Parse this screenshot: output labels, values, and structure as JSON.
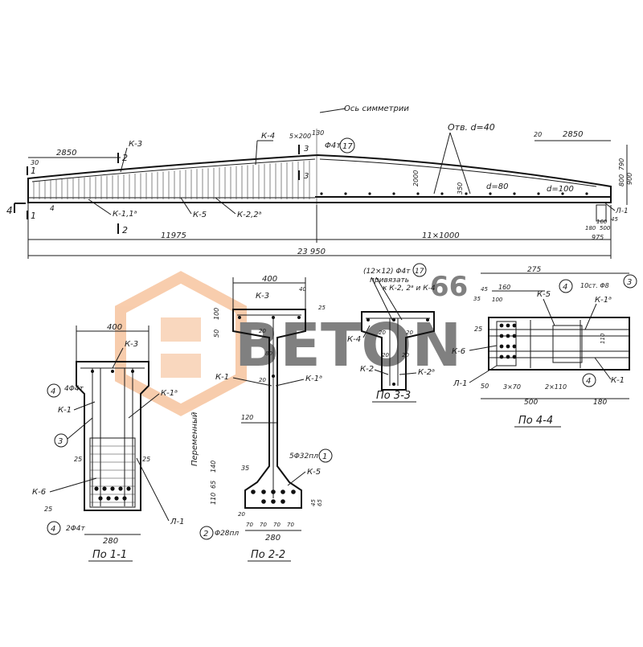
{
  "watermark": {
    "brand": "BETON",
    "num": "66",
    "color": "#f08a3a"
  },
  "elevation": {
    "axis_label": "Ось симметрии",
    "hole_label": "Отв. d=40",
    "d80": "d=80",
    "d100": "d=100",
    "k3": "К-3",
    "k4": "К-4",
    "k5": "К-5",
    "k11a": "К-1,1ᵃ",
    "k22a": "К-2,2ᵃ",
    "l1": "Л-1",
    "step": "5×200",
    "bar": "Φ4т",
    "bubble17": "17",
    "dims": {
      "d2850a": "2850",
      "d2850b": "2850",
      "d30": "30",
      "d130": "130",
      "d20": "20",
      "d2000": "2000",
      "d350": "350",
      "d11975": "11975",
      "d11x1000": "11×1000",
      "d23950": "23 950",
      "d975": "975",
      "d180": "180",
      "d500": "500",
      "d160": "160",
      "d45": "45",
      "d800": "800",
      "d900": "900",
      "d790": "790"
    },
    "cuts": {
      "c1": "1",
      "c2": "2",
      "c3": "3",
      "c4": "4"
    }
  },
  "sec11": {
    "title": "По 1-1",
    "d400": "400",
    "d280": "280",
    "d25a": "25",
    "d25b": "25",
    "d25c": "25",
    "k3": "К-3",
    "k1": "К-1",
    "k1a": "К-1ᵃ",
    "k6": "К-6",
    "l1": "Л-1",
    "b4": "4",
    "b4bar": "4Φ4т",
    "b3": "3",
    "b4b": "4",
    "b4bbar": "2Φ4т"
  },
  "sec22": {
    "title": "По 2-2",
    "d400": "400",
    "d40": "40",
    "d25": "25",
    "d100": "100",
    "d50": "50",
    "d20a": "20",
    "d20b": "20",
    "d80": "80",
    "d120": "120",
    "d35": "35",
    "d110": "110",
    "d65": "65",
    "d140": "140",
    "d45": "45",
    "d65b": "65",
    "d20c": "20",
    "d70a": "70",
    "d70b": "70",
    "d70c": "70",
    "d70d": "70",
    "d280": "280",
    "k3": "К-3",
    "k1": "К-1",
    "k1a": "К-1ᵃ",
    "k5": "К-5",
    "var": "Переменный",
    "b1": "1",
    "b1bar": "5Φ32пл",
    "b2": "2",
    "b2bar": "Φ28пл"
  },
  "sec33": {
    "title": "По 3-3",
    "note1": "(12×12) Φ4т",
    "note2": "привязать",
    "note3": "к К-2, 2ᵃ и К-4",
    "b17": "17",
    "k4": "К-4",
    "k2": "К-2",
    "k2a": "К-2ᵃ",
    "d20a": "20",
    "d20b": "20",
    "d20c": "20",
    "d20d": "20"
  },
  "sec44": {
    "title": "По 4-4",
    "d275": "275",
    "d160": "160",
    "d100": "100",
    "d35": "35",
    "d45": "45",
    "d25": "25",
    "d50": "50",
    "d3x70": "3×70",
    "d2x110": "2×110",
    "d500": "500",
    "d180": "180",
    "d110": "110",
    "k5": "К-5",
    "k6": "К-6",
    "k1a": "К-1ᵃ",
    "k1": "К-1",
    "l1": "Л-1",
    "b4a": "4",
    "b4b": "4",
    "b3": "3",
    "bar": "10ст. Φ8"
  }
}
